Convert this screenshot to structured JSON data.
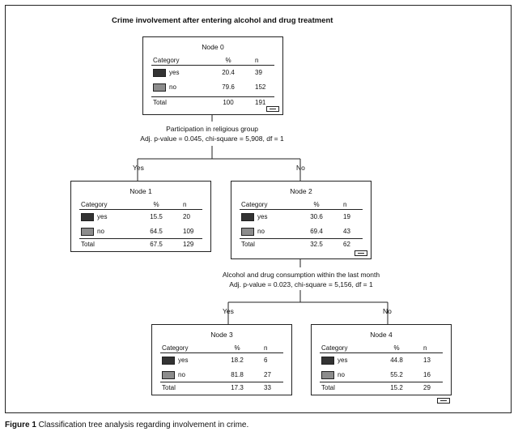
{
  "title": "Crime involvement after entering alcohol and drug treatment",
  "columns": {
    "category": "Category",
    "percent": "%",
    "n": "n"
  },
  "category_labels": {
    "yes": "yes",
    "no": "no",
    "total": "Total"
  },
  "colors": {
    "yes": "#333333",
    "no": "#8c8c8c"
  },
  "nodes": [
    {
      "id": "Node 0",
      "yes": [
        "20.4",
        "39"
      ],
      "no": [
        "79.6",
        "152"
      ],
      "total": [
        "100",
        "191"
      ]
    },
    {
      "id": "Node 1",
      "yes": [
        "15.5",
        "20"
      ],
      "no": [
        "64.5",
        "109"
      ],
      "total": [
        "67.5",
        "129"
      ]
    },
    {
      "id": "Node 2",
      "yes": [
        "30.6",
        "19"
      ],
      "no": [
        "69.4",
        "43"
      ],
      "total": [
        "32.5",
        "62"
      ]
    },
    {
      "id": "Node 3",
      "yes": [
        "18.2",
        "6"
      ],
      "no": [
        "81.8",
        "27"
      ],
      "total": [
        "17.3",
        "33"
      ]
    },
    {
      "id": "Node 4",
      "yes": [
        "44.8",
        "13"
      ],
      "no": [
        "55.2",
        "16"
      ],
      "total": [
        "15.2",
        "29"
      ]
    }
  ],
  "splits": [
    {
      "variable": "Participation in religious group",
      "stats": "Adj. p-value = 0.045, chi-square = 5,908, df = 1",
      "left": "Yes",
      "right": "No"
    },
    {
      "variable": "Alcohol and drug consumption within the last month",
      "stats": "Adj. p-value = 0.023, chi-square = 5,156, df = 1",
      "left": "Yes",
      "right": "No"
    }
  ],
  "caption": {
    "label": "Figure 1",
    "text": " Classification tree analysis regarding involvement in crime."
  }
}
